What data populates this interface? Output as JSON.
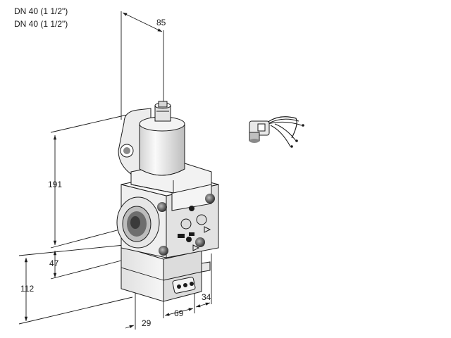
{
  "header": {
    "line1": "DN 40 (1 1/2\")",
    "line2": "DN 40 (1 1/2\")"
  },
  "dimensions": {
    "top_width": "85",
    "height_upper": "191",
    "height_mid": "47",
    "height_total": "112",
    "bottom_a": "29",
    "bottom_b": "69",
    "bottom_c": "34"
  }
}
